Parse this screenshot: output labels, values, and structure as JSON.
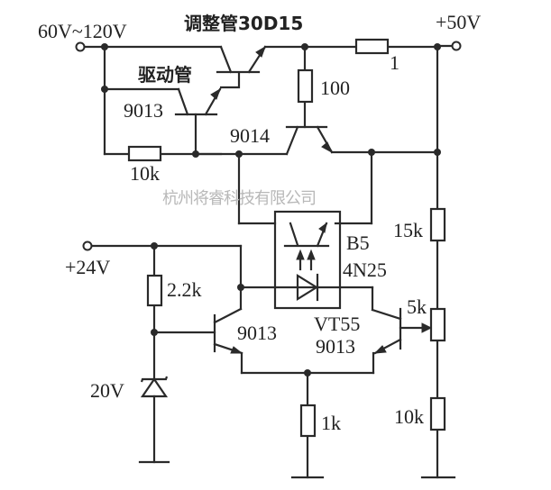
{
  "diagram": {
    "type": "circuit-schematic",
    "labels": {
      "input_voltage": "60V~120V",
      "output_voltage": "+50V",
      "aux_voltage": "+24V",
      "regulator_transistor": "调整管30D15",
      "driver_transistor": "驱动管",
      "driver_model": "9013",
      "q_9014": "9014",
      "r_10k_top": "10k",
      "r_1": "1",
      "r_100": "100",
      "r_15k": "15k",
      "pot_5k": "5k",
      "r_10k_bottom": "10k",
      "r_2_2k": "2.2k",
      "zener": "20V",
      "q_left": "9013",
      "q_right_name": "VT55",
      "q_right_model": "9013",
      "r_1k": "1k",
      "optocoupler_name": "B5",
      "optocoupler_model": "4N25"
    },
    "watermark": "杭州将睿科技有限公司"
  }
}
